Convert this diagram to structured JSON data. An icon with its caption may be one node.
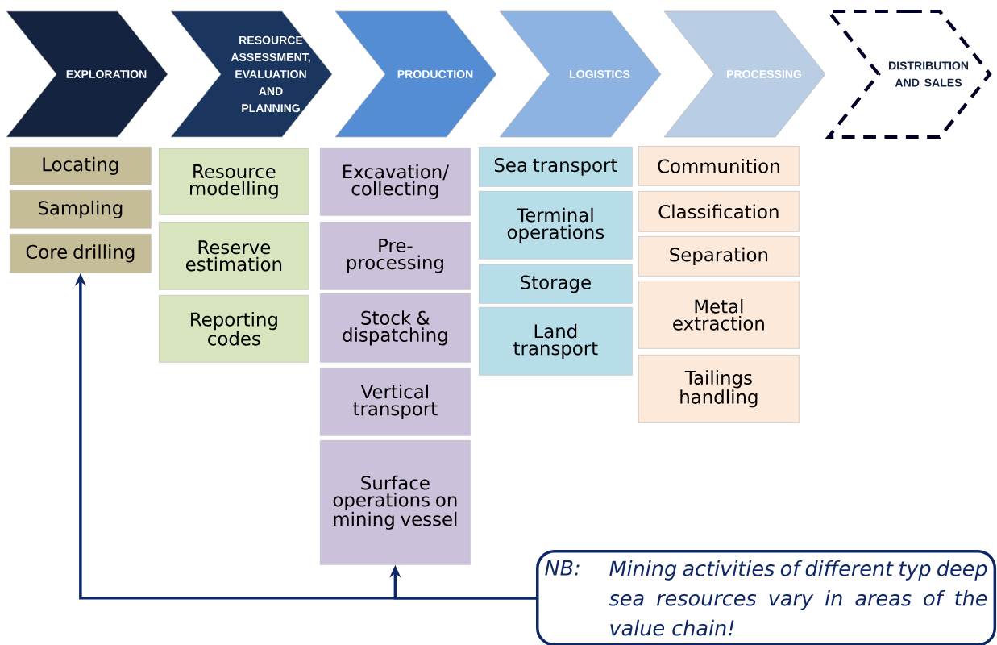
{
  "diagram": {
    "nodes": [
      {
        "text": [
          "EXPLORATION"
        ]
      },
      {
        "text": [
          "RESOURCE ASSESSMENT, EVALUATION AND PLANNING"
        ]
      },
      {
        "text": [
          "PRODUCTION"
        ]
      },
      {
        "text": [
          "LOGISTICS"
        ]
      },
      {
        "text": [
          "PROCESSING"
        ]
      },
      {
        "text": [
          "DISTRIBUTION AND SALES"
        ]
      },
      {
        "text": [
          "Locating"
        ]
      },
      {
        "text": [
          "Sampling"
        ]
      },
      {
        "text": [
          "Core drilling"
        ]
      },
      {
        "text": [
          "Resource modelling"
        ]
      },
      {
        "text": [
          "Reserve estimation"
        ]
      },
      {
        "text": [
          "Reporting codes"
        ]
      },
      {
        "text": [
          "Excavation/ collecting"
        ]
      },
      {
        "text": [
          "Pre-processing"
        ]
      },
      {
        "text": [
          "Stock & dispatching"
        ]
      },
      {
        "text": [
          "Vertical transport"
        ]
      },
      {
        "text": [
          "Surface operations on mining vessel"
        ]
      },
      {
        "text": [
          "Sea transport"
        ]
      },
      {
        "text": [
          "Terminal operations"
        ]
      },
      {
        "text": [
          "Storage"
        ]
      },
      {
        "text": [
          "Land transport"
        ]
      },
      {
        "text": [
          "Communition"
        ]
      },
      {
        "text": [
          "Classification"
        ]
      },
      {
        "text": [
          "Separation"
        ]
      },
      {
        "text": [
          "Metal extraction"
        ]
      },
      {
        "text": [
          "Tailings handling"
        ]
      },
      {
        "text": [
          "NB:",
          "Mining activities of different typ deep sea resources vary in areas of the value chain!"
        ]
      }
    ],
    "edges": [
      {
        "from": 26,
        "to": 8,
        "arrow": "to"
      },
      {
        "from": 26,
        "to": 16,
        "arrow": "to"
      }
    ]
  }
}
